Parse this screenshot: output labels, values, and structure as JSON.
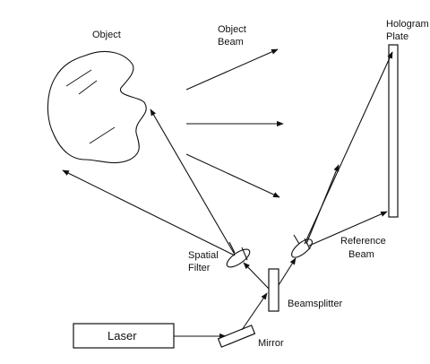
{
  "labels": {
    "object": "Object",
    "object_beam_line1": "Object",
    "object_beam_line2": "Beam",
    "hologram_line1": "Hologram",
    "hologram_line2": "Plate",
    "spatial_line1": "Spatial",
    "spatial_line2": "Filter",
    "reference_line1": "Reference",
    "reference_line2": "Beam",
    "beamsplitter": "Beamsplitter",
    "laser": "Laser",
    "mirror": "Mirror"
  }
}
